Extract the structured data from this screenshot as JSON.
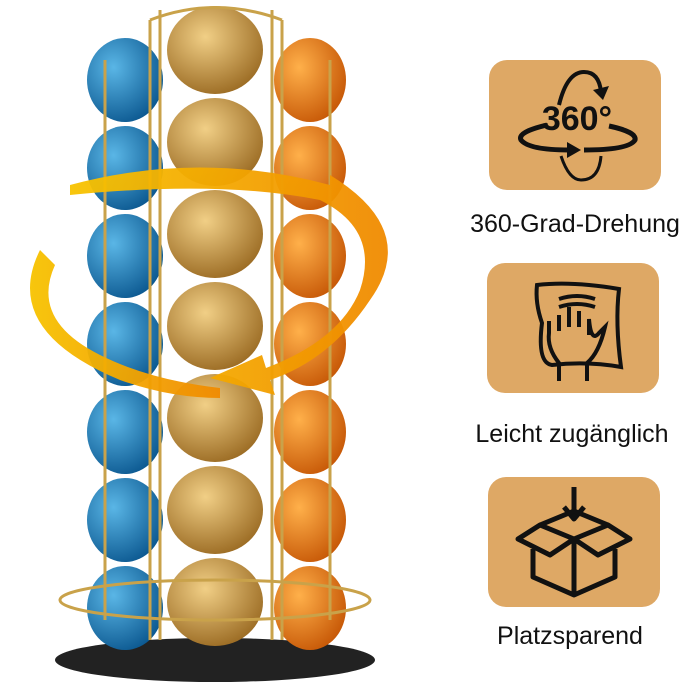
{
  "features": [
    {
      "icon": "rotate-360-icon",
      "label": "360-Grad-Drehung",
      "icon_text": "360°"
    },
    {
      "icon": "hand-cloth-icon",
      "label": "Leicht zugänglich"
    },
    {
      "icon": "box-arrow-icon",
      "label": "Platzsparend"
    }
  ],
  "colors": {
    "tile": "#dea865",
    "capsule_blue": "#1f7fb8",
    "capsule_gold": "#c8933a",
    "capsule_orange": "#e8781a",
    "arrow": "#f2a60c"
  }
}
